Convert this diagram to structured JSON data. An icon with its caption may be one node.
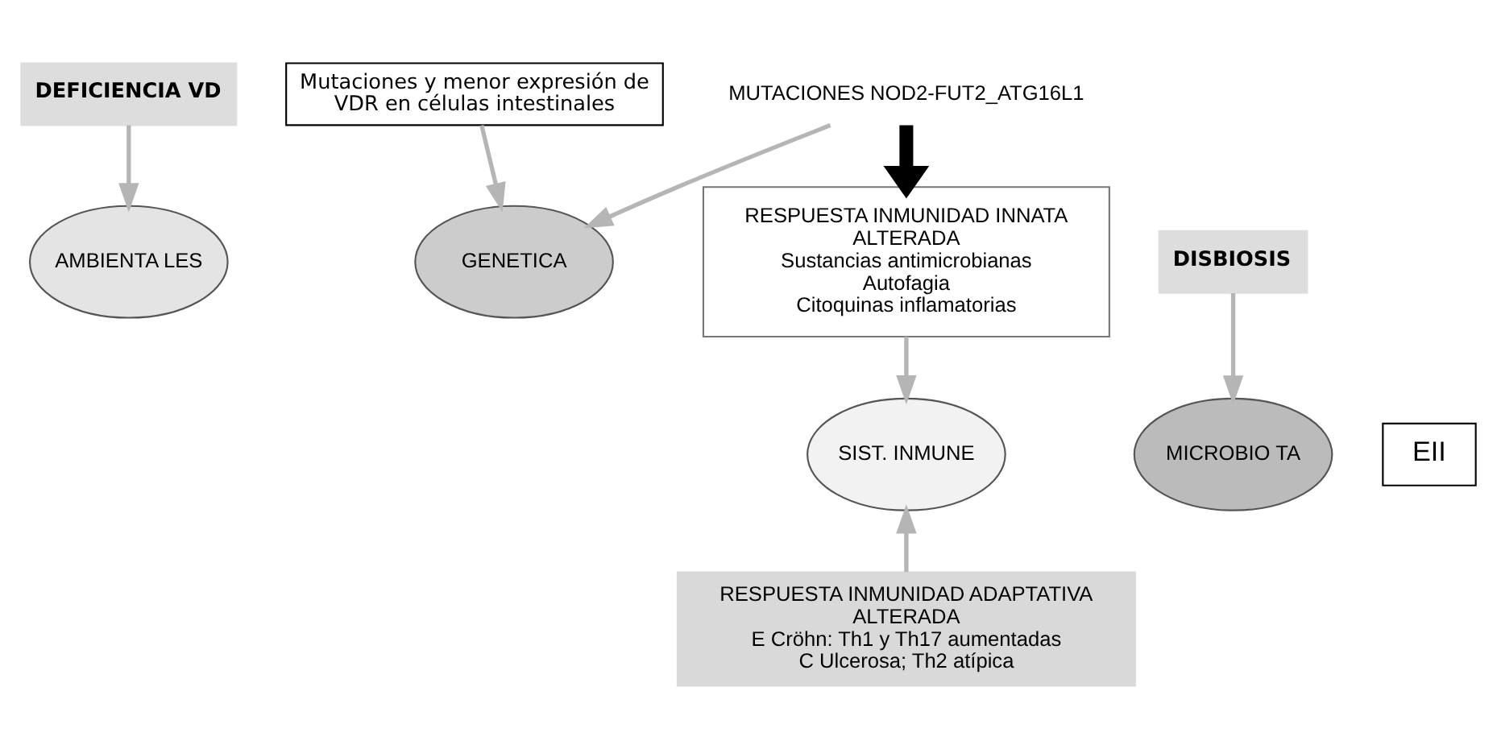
{
  "diagram": {
    "nodes": [
      {
        "text": [
          "DEFICIENCIA VD"
        ]
      },
      {
        "text": [
          "Mutaciones y menor expresión de VDR en células intestinales"
        ]
      },
      {
        "text": [
          "MUTACIONES NOD2-FUT2_ATG16L1"
        ]
      },
      {
        "text": [
          "AMBIENTA LES"
        ]
      },
      {
        "text": [
          "GENETICA"
        ]
      },
      {
        "text": [
          "MICROBIO TA"
        ]
      },
      {
        "text": [
          "SIST. INMUNE"
        ]
      },
      {
        "text": [
          "EII"
        ]
      },
      {
        "text": [
          "DISBIOSIS"
        ]
      },
      {
        "text": [
          "RESPUESTA INMUNIDAD INNATA ALTERADA",
          "Sustancias antimicrobianas",
          "Autofagia",
          "Citoquinas inflamatorias"
        ]
      },
      {
        "text": [
          "RESPUESTA INMUNIDAD ADAPTATIVA ALTERADA",
          "E Cröhn: Th1 y Th17 aumentadas",
          "C Ulcerosa; Th2 atípica"
        ]
      }
    ],
    "edges": [
      {
        "from": 0,
        "to": 3,
        "arrow": "to"
      },
      {
        "from": 1,
        "to": 4,
        "arrow": "to"
      },
      {
        "from": 2,
        "to": 4,
        "arrow": "to"
      },
      {
        "from": 2,
        "to": 9,
        "arrow": "to",
        "style": "thick",
        "color": "#000000"
      },
      {
        "from": 8,
        "to": 5,
        "arrow": "to"
      },
      {
        "from": 9,
        "to": 6,
        "arrow": "to"
      },
      {
        "from": 10,
        "to": 6,
        "arrow": "to"
      }
    ]
  }
}
